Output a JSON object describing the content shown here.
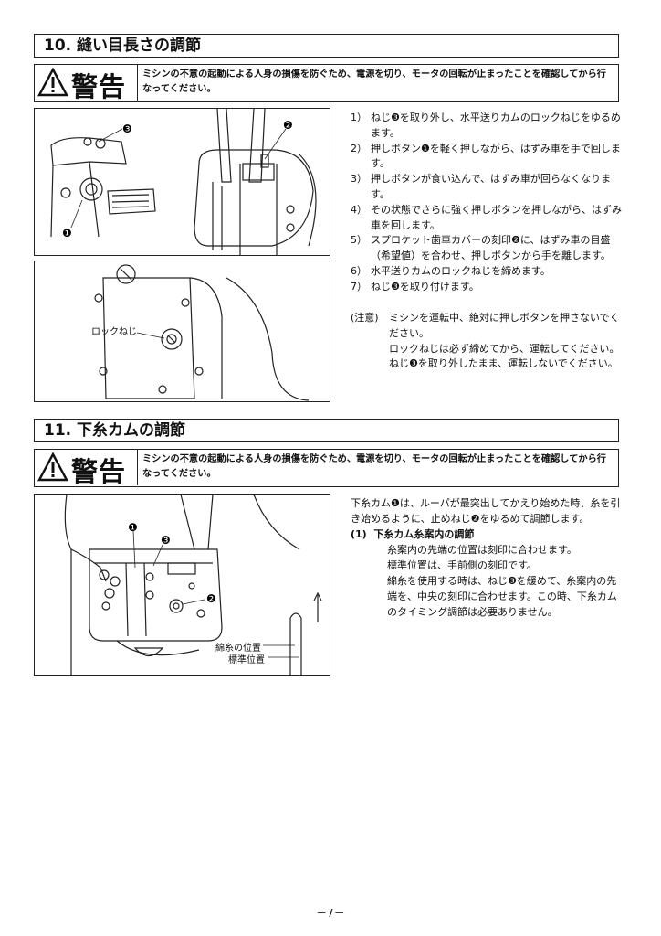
{
  "section10": {
    "title": "10. 縫い目長さの調節",
    "warning_word": "警告",
    "warning_text": "ミシンの不意の起動による人身の損傷を防ぐため、電源を切り、モータの回転が止まったことを確認してから行なってください。",
    "steps": [
      {
        "num": "1）",
        "text": "ねじ❸を取り外し、水平送りカムのロックねじをゆるめます。"
      },
      {
        "num": "2）",
        "text": "押しボタン❶を軽く押しながら、はずみ車を手で回します。"
      },
      {
        "num": "3）",
        "text": "押しボタンが食い込んで、はずみ車が回らなくなります。"
      },
      {
        "num": "4）",
        "text": "その状態でさらに強く押しボタンを押しながら、はずみ車を回します。"
      },
      {
        "num": "5）",
        "text": "スプロケット歯車カバーの刻印❷に、はずみ車の目盛（希望値）を合わせ、押しボタンから手を離します。"
      },
      {
        "num": "6）",
        "text": "水平送りカムのロックねじを締めます。"
      },
      {
        "num": "7）",
        "text": "ねじ❸を取り付けます。"
      }
    ],
    "note_label": "(注意)",
    "note_lines": [
      "ミシンを運転中、絶対に押しボタンを押さないでください。",
      "ロックねじは必ず締めてから、運転してください。",
      "ねじ❸を取り外したまま、運転しないでください。"
    ],
    "fig1_callouts": [
      "❸",
      "❶",
      "❷"
    ],
    "fig2_label": "ロックねじ"
  },
  "section11": {
    "title": "11. 下糸カムの調節",
    "warning_word": "警告",
    "warning_text": "ミシンの不意の起動による人身の損傷を防ぐため、電源を切り、モータの回転が止まったことを確認してから行なってください。",
    "intro": "下糸カム❶は、ルーパが最突出してかえり始めた時、糸を引き始めるように、止めねじ❷をゆるめて調節します。",
    "sub_num": "(1)",
    "sub_title": "下糸カム糸案内の調節",
    "sub_lines": [
      "糸案内の先端の位置は刻印に合わせます。",
      "標準位置は、手前側の刻印です。",
      "綿糸を使用する時は、ねじ❸を緩めて、糸案内の先端を、中央の刻印に合わせます。この時、下糸カムのタイミング調節は必要ありません。"
    ],
    "fig_callouts": [
      "❶",
      "❸",
      "❷"
    ],
    "fig_label_cotton": "綿糸の位置",
    "fig_label_standard": "標準位置"
  },
  "page_number": "－7－"
}
